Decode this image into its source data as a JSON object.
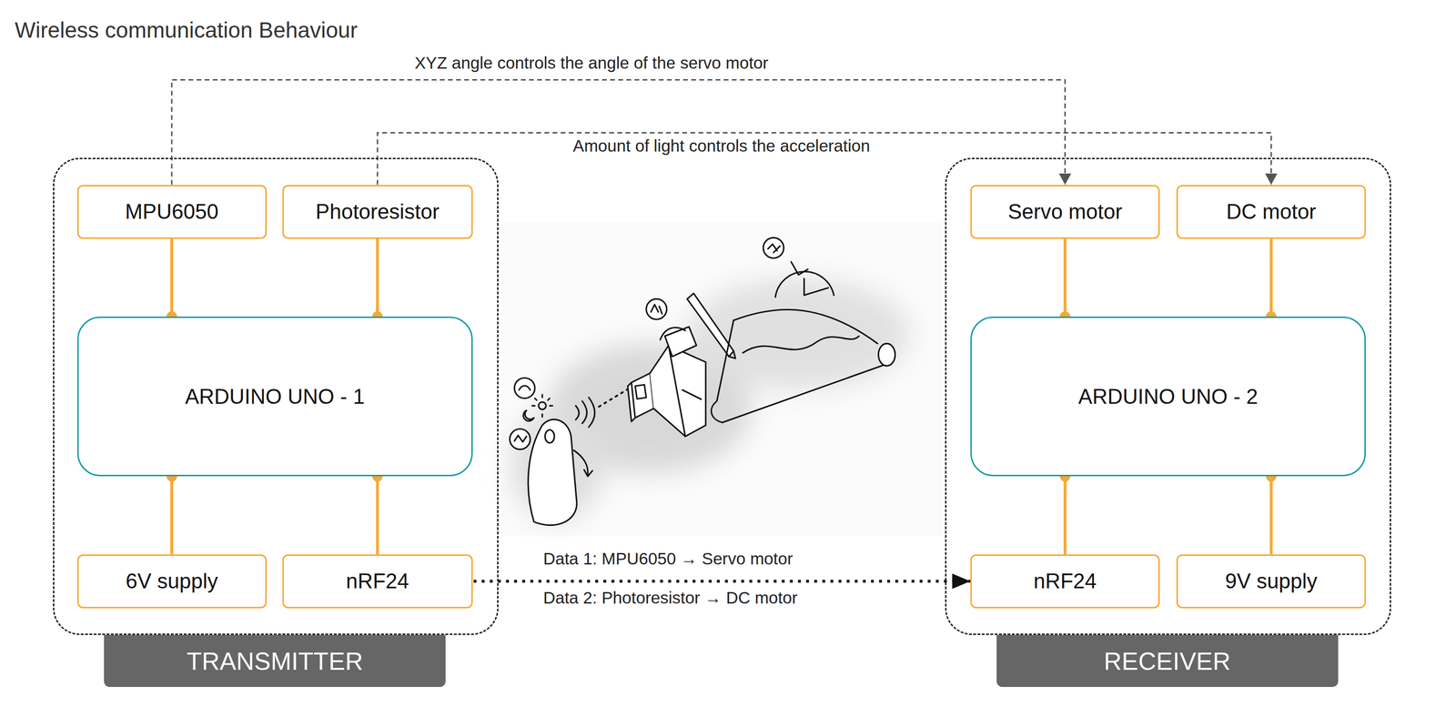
{
  "diagram": {
    "title": "Wireless communication Behaviour",
    "nodes": [
      {
        "text": [
          "TRANSMITTER"
        ]
      },
      {
        "text": [
          "MPU6050"
        ],
        "in": 0
      },
      {
        "text": [
          "Photoresistor"
        ],
        "in": 0
      },
      {
        "text": [
          "ARDUINO UNO - 1"
        ],
        "in": 0
      },
      {
        "text": [
          "6V supply"
        ],
        "in": 0
      },
      {
        "text": [
          "nRF24"
        ],
        "in": 0
      },
      {
        "text": [
          "RECEIVER"
        ]
      },
      {
        "text": [
          "Servo motor"
        ],
        "in": 6
      },
      {
        "text": [
          "DC motor"
        ],
        "in": 6
      },
      {
        "text": [
          "ARDUINO UNO - 2"
        ],
        "in": 6
      },
      {
        "text": [
          "nRF24"
        ],
        "in": 6
      },
      {
        "text": [
          "9V supply"
        ],
        "in": 6
      }
    ],
    "edges": [
      {
        "from": 1,
        "to": 3,
        "arrow": "none"
      },
      {
        "from": 2,
        "to": 3,
        "arrow": "none"
      },
      {
        "from": 4,
        "to": 3,
        "arrow": "none"
      },
      {
        "from": 5,
        "to": 3,
        "arrow": "none"
      },
      {
        "from": 7,
        "to": 9,
        "arrow": "none"
      },
      {
        "from": 8,
        "to": 9,
        "arrow": "none"
      },
      {
        "from": 10,
        "to": 9,
        "arrow": "none"
      },
      {
        "from": 11,
        "to": 9,
        "arrow": "none"
      },
      {
        "from": 1,
        "to": 7,
        "label": "XYZ angle controls the angle of the servo motor",
        "arrow": "to"
      },
      {
        "from": 2,
        "to": 8,
        "label": "Amount of light controls the acceleration",
        "arrow": "to"
      },
      {
        "from": 5,
        "to": 10,
        "label": "Data 1: MPU6050 → Servo motor",
        "arrow": "to"
      }
    ],
    "labels": [
      "Data 2: Photoresistor → DC motor"
    ]
  }
}
